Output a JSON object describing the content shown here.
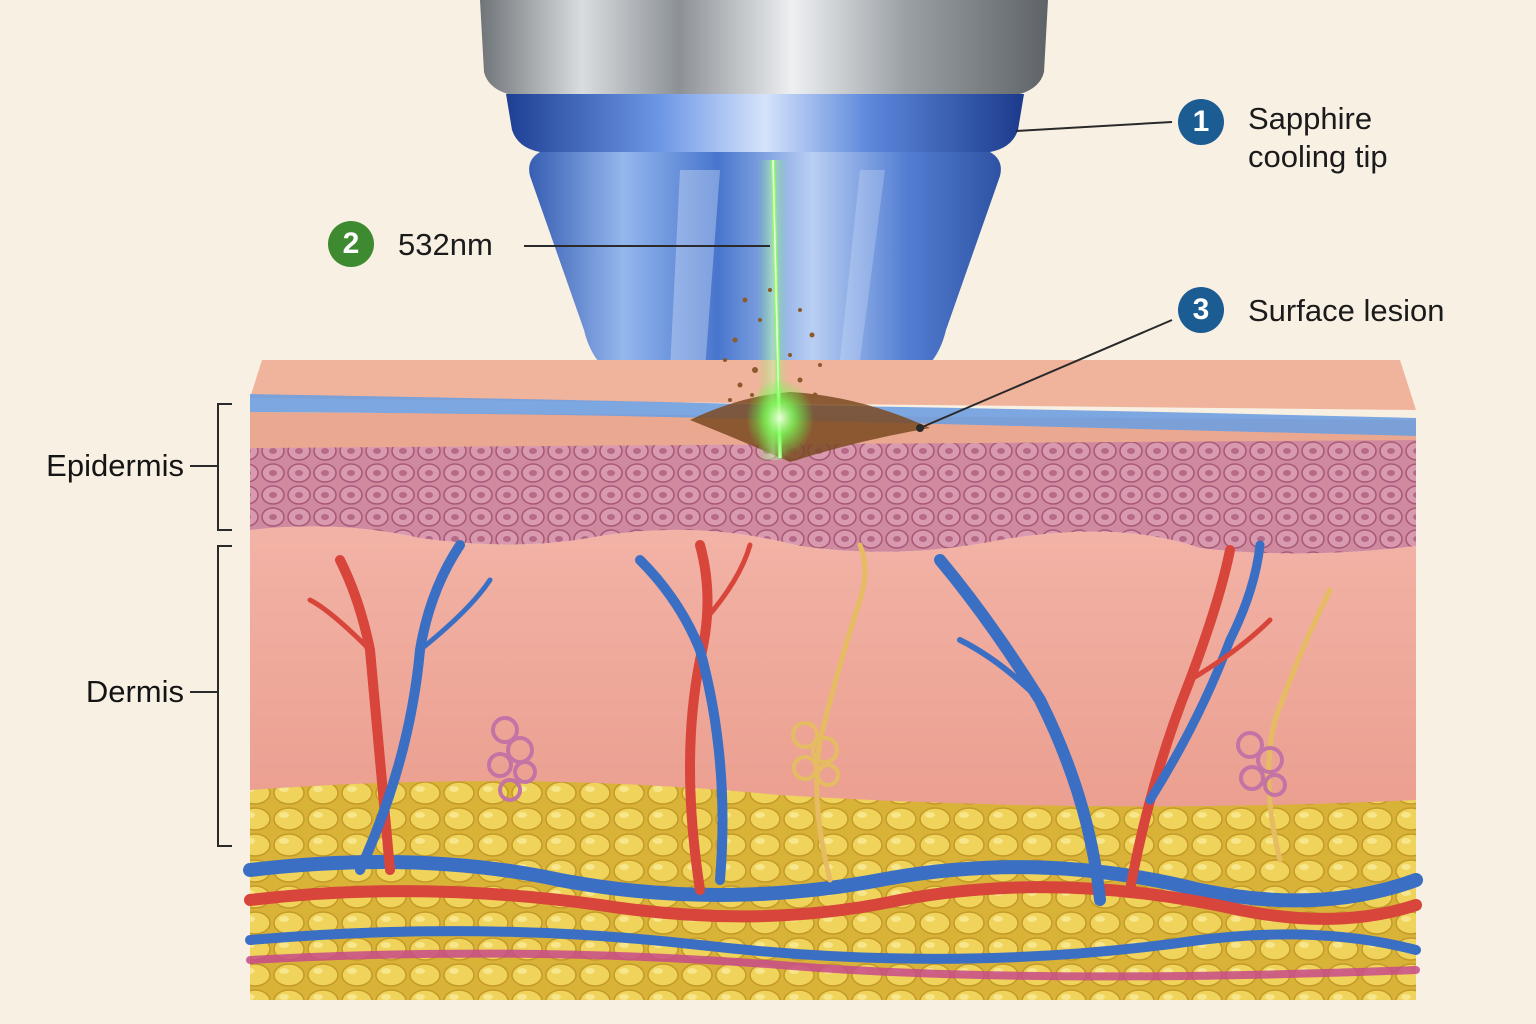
{
  "colors": {
    "background": "#f8f0e3",
    "badge_blue": "#1b5c92",
    "badge_green": "#3e8a30",
    "laser": "#5dff3a",
    "epidermis_top": "#e9a88f",
    "epidermis_cells": "#c97c95",
    "dermis": "#f0a898",
    "fat": "#e8c94a",
    "artery": "#d8453b",
    "vein": "#3b6fc4",
    "nerve": "#e6bc63"
  },
  "callouts": [
    {
      "number": "1",
      "text_line1": "Sapphire",
      "text_line2": "cooling tip",
      "badge_color": "#1b5c92"
    },
    {
      "number": "2",
      "text": "532nm",
      "badge_color": "#3e8a30"
    },
    {
      "number": "3",
      "text": "Surface lesion",
      "badge_color": "#1b5c92"
    }
  ],
  "layers": [
    {
      "label": "Epidermis"
    },
    {
      "label": "Dermis"
    }
  ]
}
